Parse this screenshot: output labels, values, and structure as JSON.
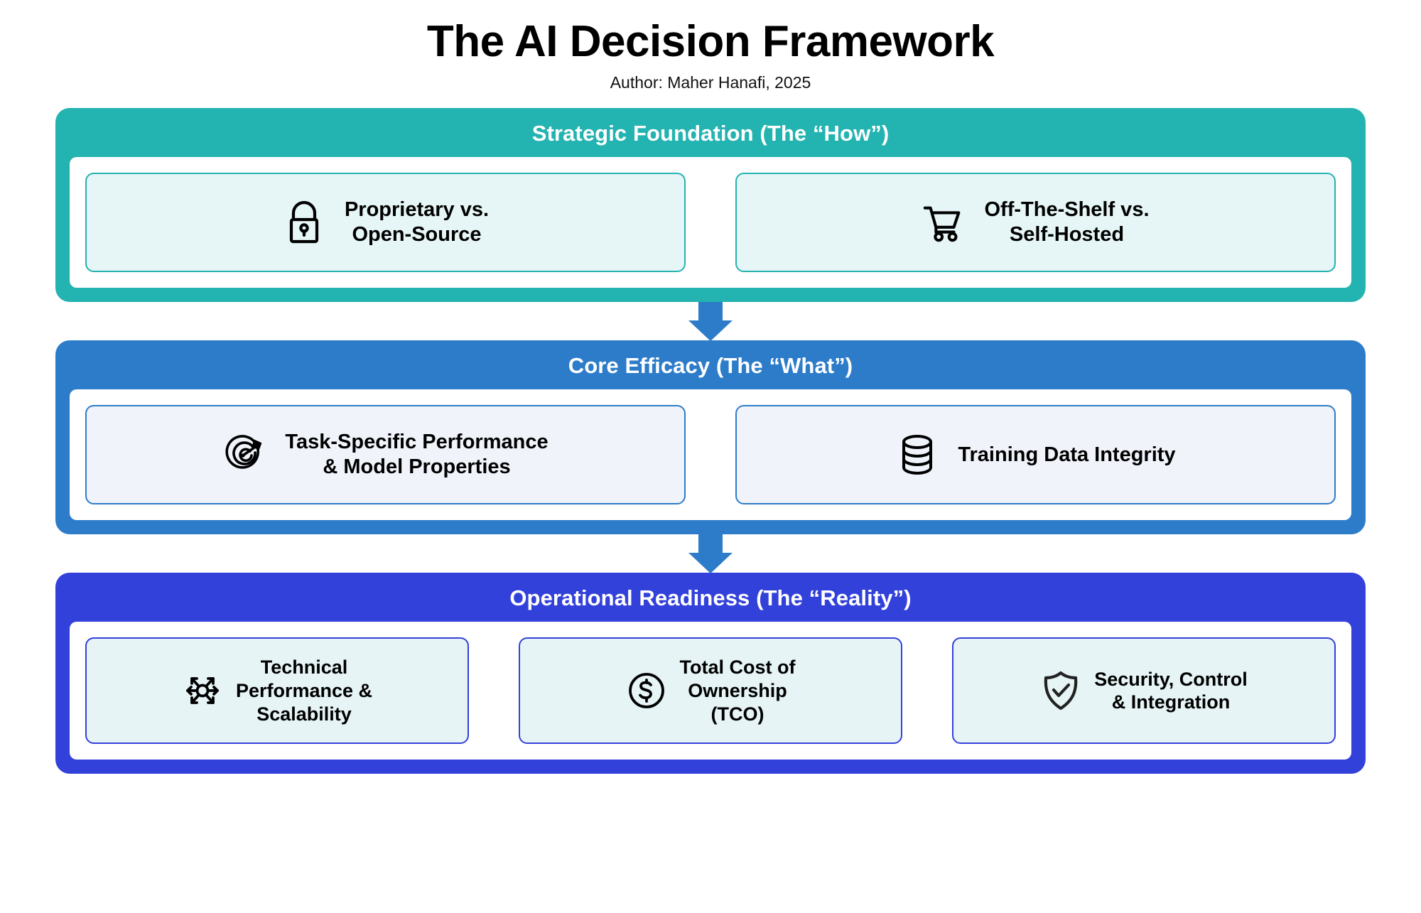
{
  "header": {
    "title": "The AI Decision Framework",
    "subtitle": "Author: Maher Hanafi, 2025"
  },
  "colors": {
    "teal": "#23b3b0",
    "blue": "#2d7cc9",
    "indigo": "#3341db",
    "card_teal_bg": "#e6f5f5",
    "card_blue_bg": "#f0f4fa",
    "card_indigo_bg": "#e6f4f5",
    "page_bg": "#ffffff",
    "band_title_text": "#ffffff",
    "card_text": "#000000"
  },
  "bands": [
    {
      "id": "strategic-foundation",
      "title": "Strategic Foundation (The “How”)",
      "accent": "#23b3b0",
      "cards": [
        {
          "icon": "lock-icon",
          "label": "Proprietary vs.\nOpen-Source"
        },
        {
          "icon": "shopping-cart-icon",
          "label": "Off-The-Shelf vs.\nSelf-Hosted"
        }
      ]
    },
    {
      "id": "core-efficacy",
      "title": "Core Efficacy (The “What”)",
      "accent": "#2d7cc9",
      "cards": [
        {
          "icon": "target-icon",
          "label": "Task-Specific Performance\n& Model Properties"
        },
        {
          "icon": "database-icon",
          "label": "Training Data Integrity"
        }
      ]
    },
    {
      "id": "operational-readiness",
      "title": "Operational Readiness (The “Reality”)",
      "accent": "#3341db",
      "cards": [
        {
          "icon": "scalability-arrows-icon",
          "label": "Technical\nPerformance &\nScalability"
        },
        {
          "icon": "dollar-circle-icon",
          "label": "Total Cost of\nOwnership\n(TCO)"
        },
        {
          "icon": "shield-check-icon",
          "label": "Security, Control\n& Integration"
        }
      ]
    }
  ],
  "connectors": [
    {
      "id": "connector-1",
      "direction": "down"
    },
    {
      "id": "connector-2",
      "direction": "down"
    }
  ]
}
